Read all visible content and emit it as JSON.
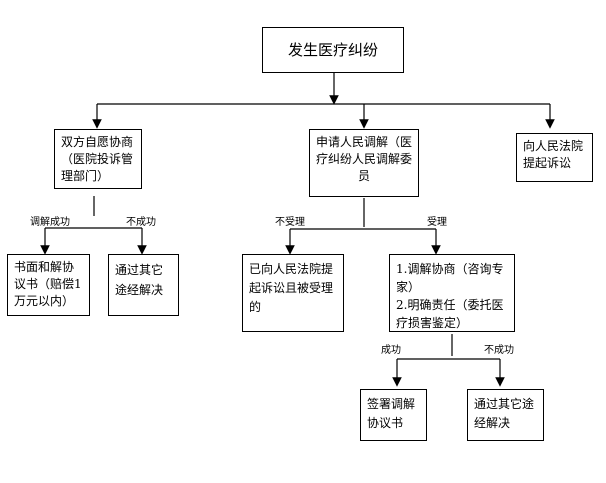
{
  "nodes": {
    "root": "发生医疗纠纷",
    "negotiate": "双方自愿协商（医院投诉管理部门）",
    "mediate": "申请人民调解（医疗纠纷人民调解委员",
    "court": "向人民法院提起诉讼",
    "agreement": "书面和解协议书（赔偿1万元以内）",
    "other_left": "通过其它途经解决",
    "filed_court": "已向人民法院提起诉讼且被受理的",
    "mediate_steps_1": "1.调解协商（咨询专家）",
    "mediate_steps_2": "2.明确责任（委托医疗损害鉴定）",
    "sign": "签署调解协议书",
    "other_right": "通过其它途经解决"
  },
  "edge_labels": {
    "success_left": "调解成功",
    "fail_left": "不成功",
    "not_accepted": "不受理",
    "accepted": "受理",
    "success_right": "成功",
    "fail_right": "不成功"
  }
}
